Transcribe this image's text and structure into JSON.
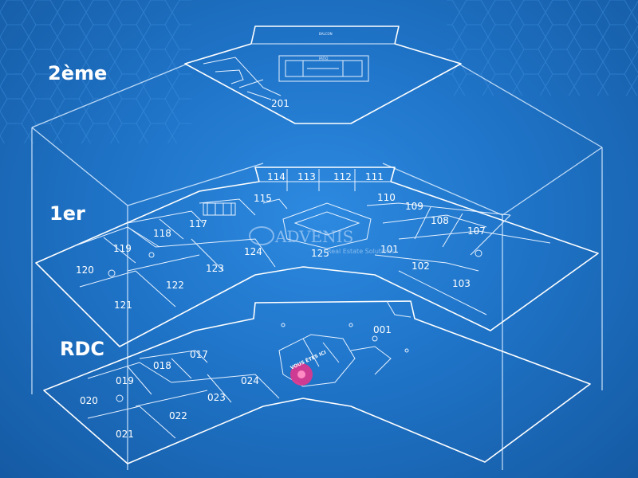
{
  "floors": {
    "second": {
      "label": "2ème",
      "rooms": [
        {
          "id": "201"
        }
      ],
      "small_labels": [
        "BALCON",
        "PATIO"
      ]
    },
    "first": {
      "label": "1er",
      "rooms": [
        {
          "id": "114"
        },
        {
          "id": "113"
        },
        {
          "id": "112"
        },
        {
          "id": "111"
        },
        {
          "id": "115"
        },
        {
          "id": "110"
        },
        {
          "id": "109"
        },
        {
          "id": "108"
        },
        {
          "id": "107"
        },
        {
          "id": "117"
        },
        {
          "id": "118"
        },
        {
          "id": "119"
        },
        {
          "id": "120"
        },
        {
          "id": "121"
        },
        {
          "id": "122"
        },
        {
          "id": "123"
        },
        {
          "id": "124"
        },
        {
          "id": "125"
        },
        {
          "id": "101"
        },
        {
          "id": "102"
        },
        {
          "id": "103"
        }
      ]
    },
    "ground": {
      "label": "RDC",
      "rooms": [
        {
          "id": "001"
        },
        {
          "id": "017"
        },
        {
          "id": "018"
        },
        {
          "id": "019"
        },
        {
          "id": "020"
        },
        {
          "id": "021"
        },
        {
          "id": "022"
        },
        {
          "id": "023"
        },
        {
          "id": "024"
        }
      ]
    }
  },
  "you_are_here": {
    "label": "VOUS ÊTES ICI",
    "color": "#e0368c"
  },
  "watermark": {
    "brand": "ADVENIS",
    "subtitle": "Real Estate Solutions"
  },
  "colors": {
    "background": "#1f74c8",
    "lines": "#ffffff"
  }
}
